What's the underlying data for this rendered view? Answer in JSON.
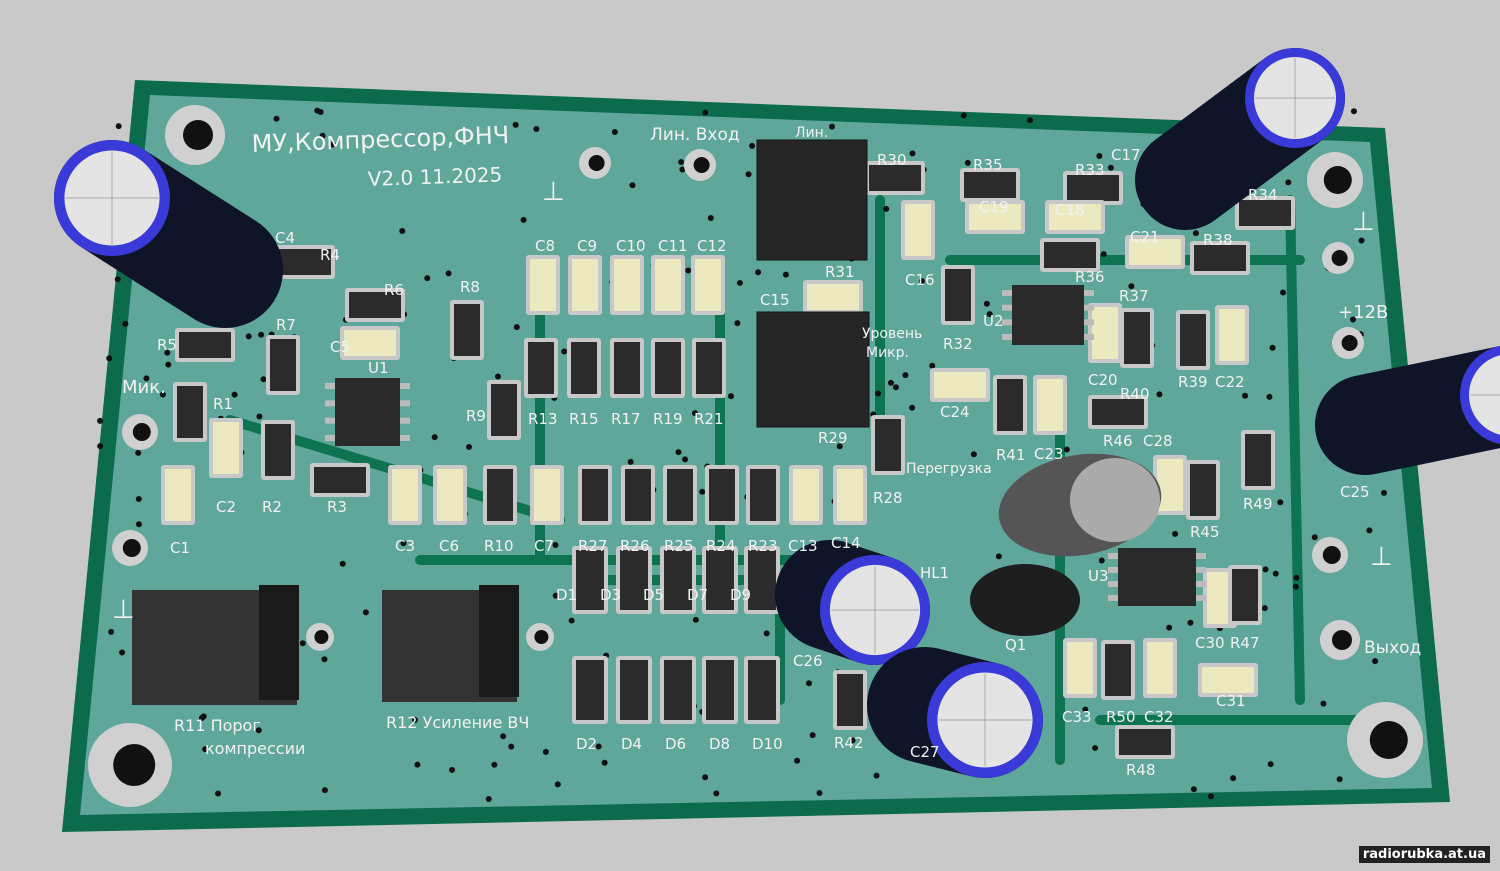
{
  "board": {
    "title": "МУ,Компрессор,ФНЧ",
    "version": "V2.0  11.2025",
    "labels": {
      "line_in": "Лин.  Вход",
      "line_short": "Лин.",
      "mic_level_1": "Уровень",
      "mic_level_2": "Микр.",
      "power": "+12В",
      "mic": "Мик.",
      "overload": "Перегрузка",
      "output": "Выход",
      "r11_1": "R11 Порог",
      "r11_2": "компрессии",
      "r12": "R12 Усиление  ВЧ",
      "ground": "⊥"
    },
    "components": [
      "C4",
      "R4",
      "R6",
      "R8",
      "R7",
      "C5",
      "R5",
      "U1",
      "R1",
      "C2",
      "R2",
      "R3",
      "C1",
      "C3",
      "C6",
      "R10",
      "C7",
      "R27",
      "R26",
      "R25",
      "R24",
      "R23",
      "C13",
      "C14",
      "R9",
      "R13",
      "R15",
      "R17",
      "R19",
      "R21",
      "C8",
      "C9",
      "C10",
      "C11",
      "C12",
      "R30",
      "R31",
      "C15",
      "C16",
      "R32",
      "U2",
      "R35",
      "C19",
      "R33",
      "C18",
      "C17",
      "R34",
      "C21",
      "R38",
      "R36",
      "R37",
      "C20",
      "R40",
      "R39",
      "C22",
      "C24",
      "R29",
      "R41",
      "C23",
      "R46",
      "C28",
      "R28",
      "R49",
      "C25",
      "R45",
      "U3",
      "HL1",
      "Q1",
      "C26",
      "C30",
      "R47",
      "C33",
      "R50",
      "C32",
      "C31",
      "R48",
      "R42",
      "C27",
      "D1",
      "D3",
      "D5",
      "D7",
      "D9",
      "D2",
      "D4",
      "D6",
      "D8",
      "D10"
    ]
  },
  "watermark": "radiorubka.at.ua",
  "colors": {
    "background": "#c9c9c9",
    "board_edge": "#0b6b4c",
    "board_fill": "#5fa69b",
    "silk": "#f2f2f2",
    "cap_sleeve": "#3a3ad8"
  }
}
